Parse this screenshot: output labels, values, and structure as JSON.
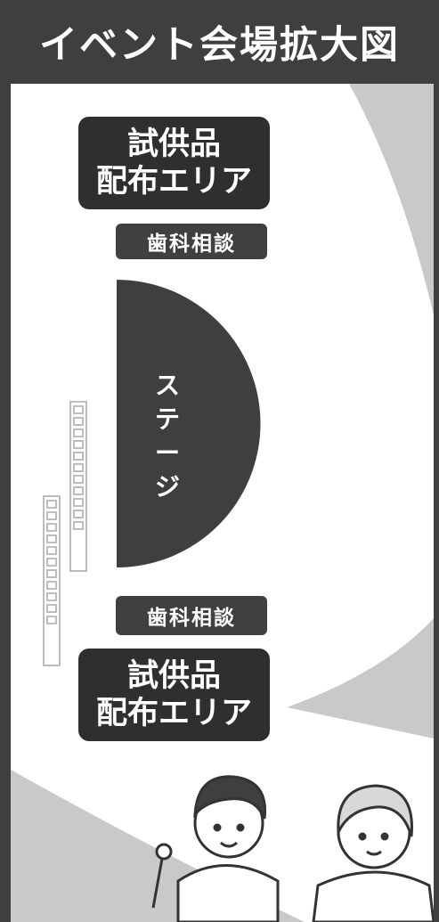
{
  "title": "イベント会場拡大図",
  "areas": {
    "sample_top": [
      "試供品",
      "配布エリア"
    ],
    "dental_top": "歯科相談",
    "stage": [
      "ス",
      "テ",
      "ー",
      "ジ"
    ],
    "dental_bottom": "歯科相談",
    "sample_bottom": [
      "試供品",
      "配布エリア"
    ]
  },
  "colors": {
    "frame": "#3f3f41",
    "box": "#2f2f31",
    "accent_gray": "#c9c9cb",
    "seats": "#bdbdbd"
  },
  "illustrations": [
    "dentist-icon",
    "hygienist-icon"
  ]
}
